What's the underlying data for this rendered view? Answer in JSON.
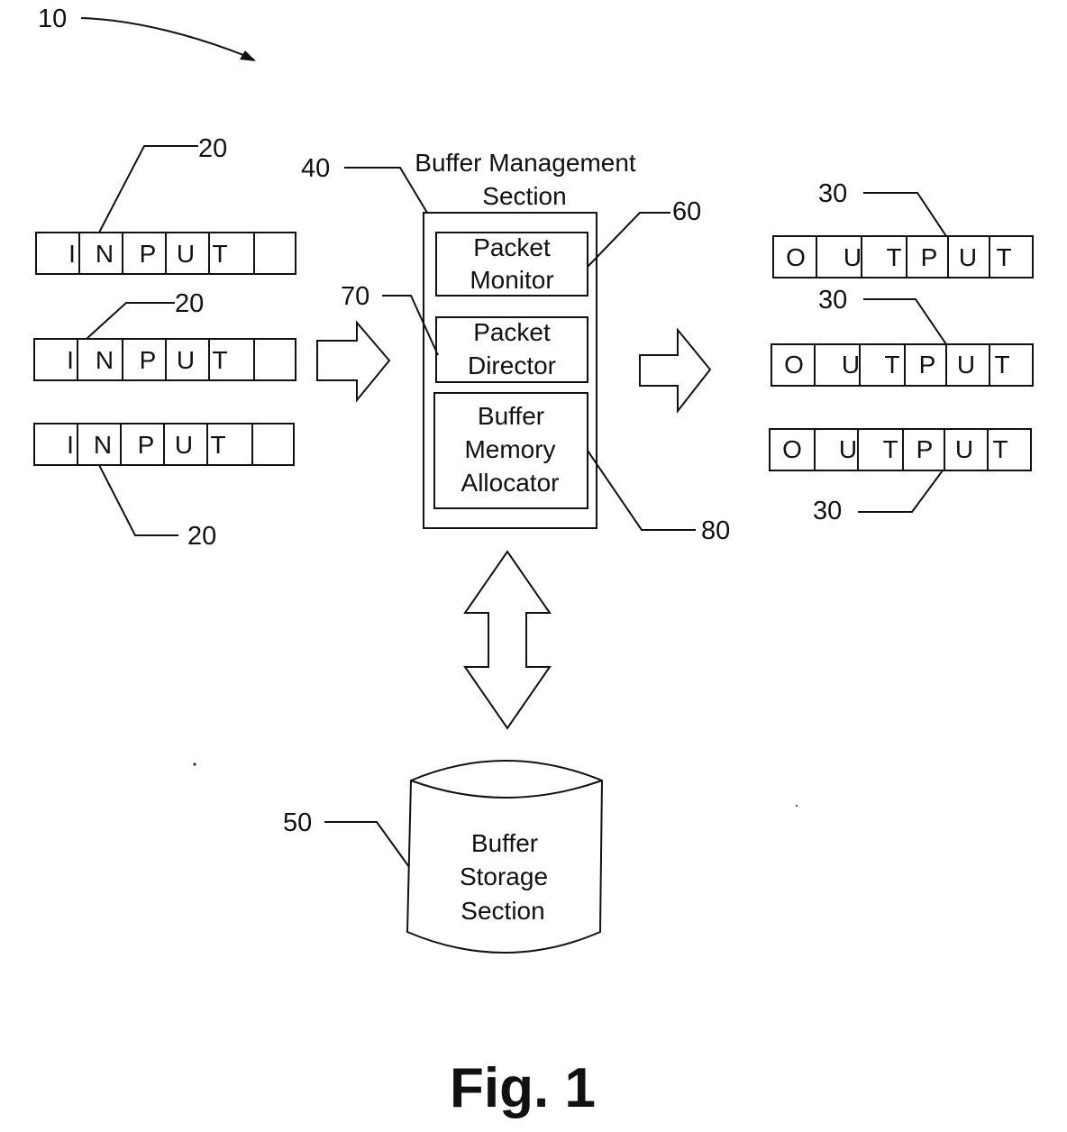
{
  "figure": {
    "overall_ref": "10",
    "caption": "Fig. 1"
  },
  "inputs": [
    {
      "ref": "20",
      "cells": [
        "I",
        "N",
        "P",
        "U",
        "T",
        ""
      ]
    },
    {
      "ref": "20",
      "cells": [
        "I",
        "N",
        "P",
        "U",
        "T",
        ""
      ]
    },
    {
      "ref": "20",
      "cells": [
        "I",
        "N",
        "P",
        "U",
        "T",
        ""
      ]
    }
  ],
  "outputs": [
    {
      "ref": "30",
      "cells": [
        "O",
        "U",
        "T",
        "P",
        "U",
        "T"
      ]
    },
    {
      "ref": "30",
      "cells": [
        "O",
        "U",
        "T",
        "P",
        "U",
        "T"
      ]
    },
    {
      "ref": "30",
      "cells": [
        "O",
        "U",
        "T",
        "P",
        "U",
        "T"
      ]
    }
  ],
  "buffer_management": {
    "ref": "40",
    "title_lines": [
      "Buffer Management",
      "Section"
    ],
    "packet_monitor": {
      "ref": "60",
      "lines": [
        "Packet",
        "Monitor"
      ]
    },
    "packet_director": {
      "ref": "70",
      "lines": [
        "Packet",
        "Director"
      ]
    },
    "buffer_memory_allocator": {
      "ref": "80",
      "lines": [
        "Buffer",
        "Memory",
        "Allocator"
      ]
    }
  },
  "buffer_storage": {
    "ref": "50",
    "lines": [
      "Buffer",
      "Storage",
      "Section"
    ]
  }
}
